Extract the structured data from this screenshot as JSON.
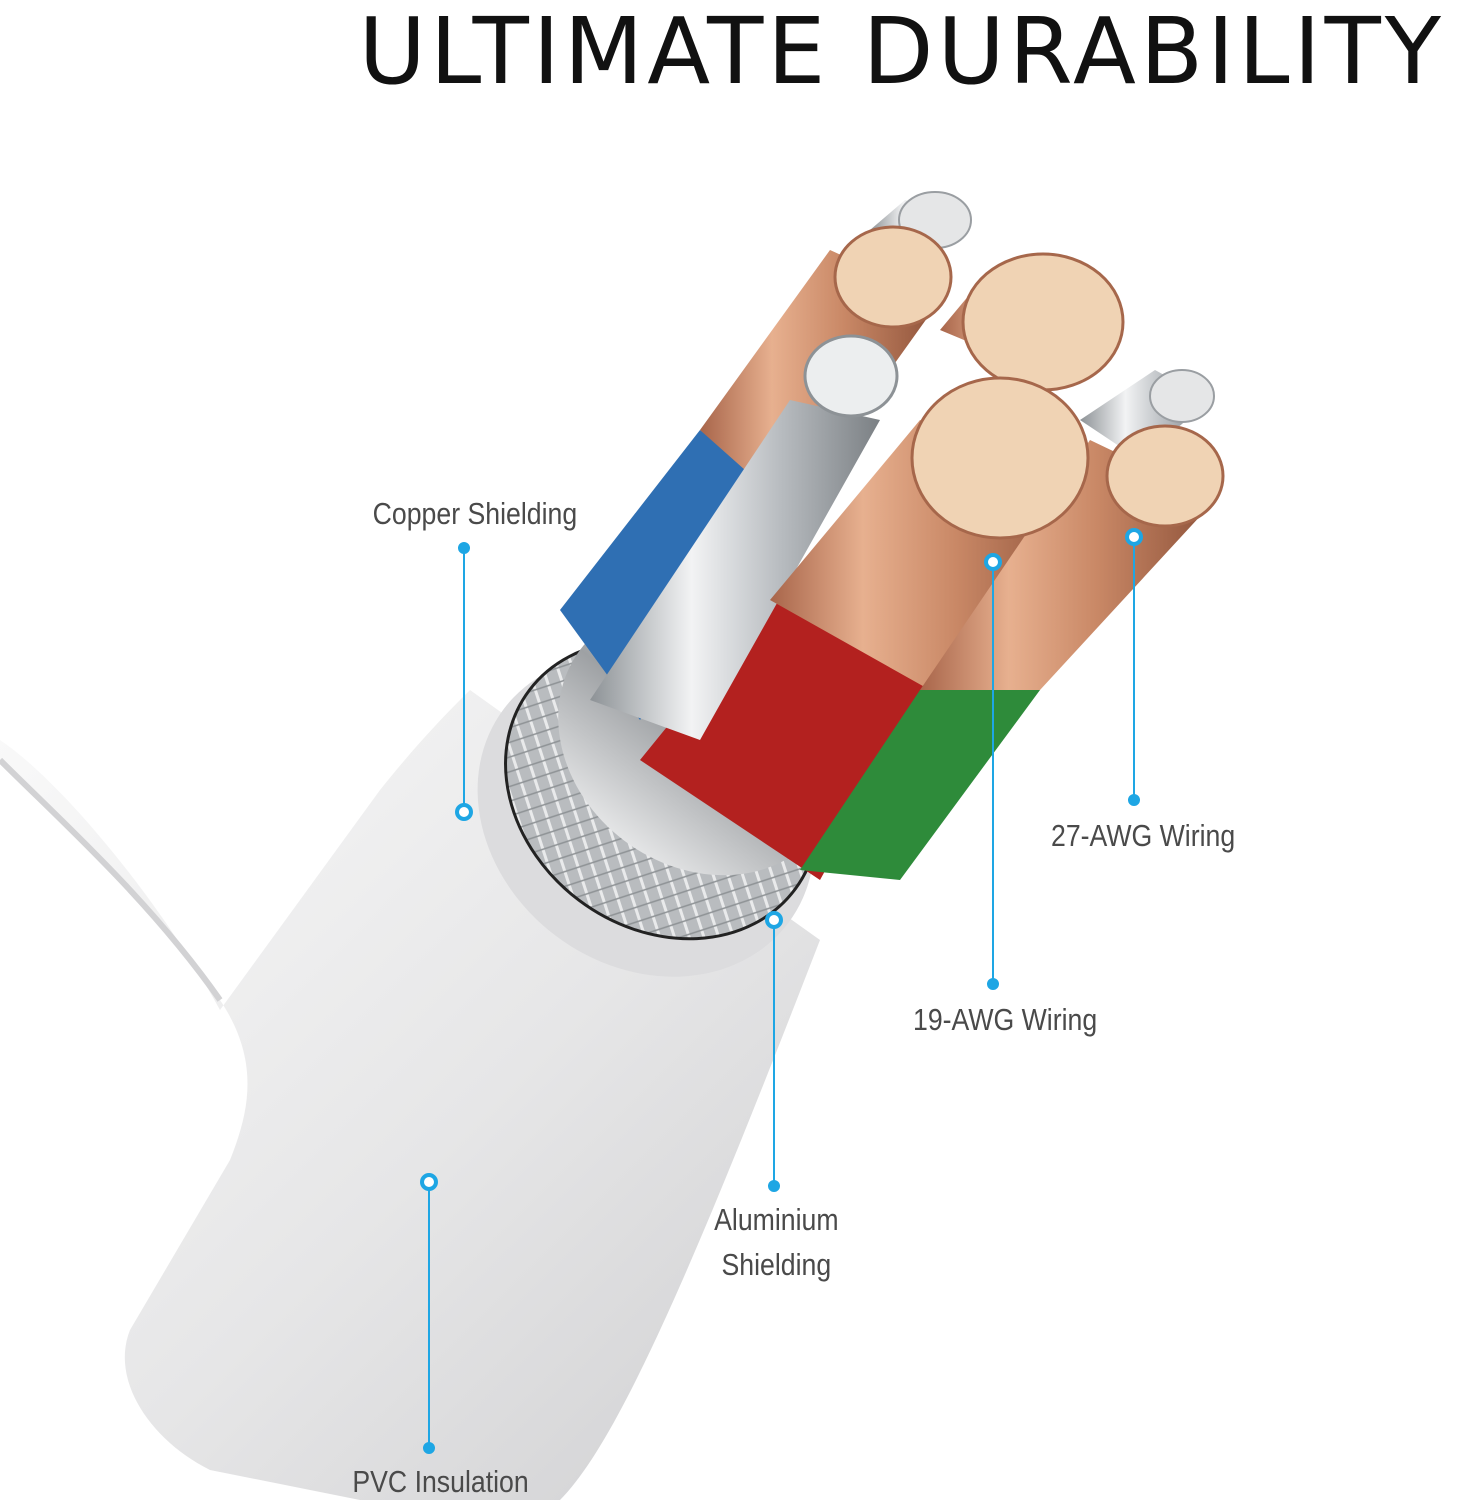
{
  "title": "ULTIMATE DURABILITY",
  "accent_color": "#1ea6e4",
  "callouts": {
    "copper_shielding": "Copper Shielding",
    "wiring_27awg": "27-AWG Wiring",
    "wiring_19awg": "19-AWG Wiring",
    "aluminium_shielding_line1": "Aluminium",
    "aluminium_shielding_line2": "Shielding",
    "pvc_insulation": "PVC Insulation"
  },
  "illustration": {
    "subject": "usb-cable-cross-section",
    "jacket_color": "#e9e9ea",
    "conductor_colors": [
      "#2f6fb3",
      "#b3211f",
      "#2e8b3a",
      "#d9a078",
      "#cfd3d6"
    ]
  }
}
